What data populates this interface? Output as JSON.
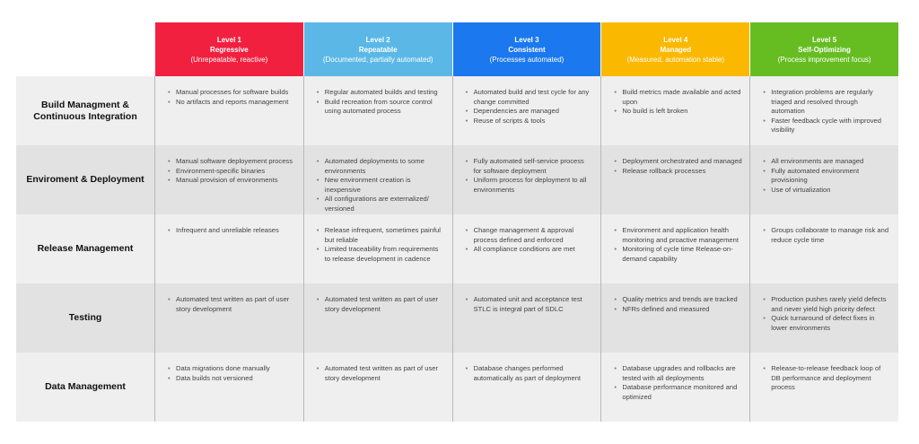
{
  "levels": [
    {
      "level": "Level 1",
      "name": "Regressive",
      "desc": "(Unrepeatable, reactive)",
      "color": "#f2203f"
    },
    {
      "level": "Level 2",
      "name": "Repeatable",
      "desc": "(Documented, partially automated)",
      "color": "#5bb8e6"
    },
    {
      "level": "Level 3",
      "name": "Consistent",
      "desc": "(Processes automated)",
      "color": "#1b78ee"
    },
    {
      "level": "Level 4",
      "name": "Managed",
      "desc": "(Measured, automation stable)",
      "color": "#fbb800"
    },
    {
      "level": "Level 5",
      "name": "Self-Optimizing",
      "desc": "(Process improvement focus)",
      "color": "#66bd22"
    }
  ],
  "rows": [
    {
      "label": "Build Managment & Continuous Integration",
      "cells": [
        [
          "Manual processes for software builds",
          "No artifacts and reports management"
        ],
        [
          "Regular automated builds and testing",
          "Build recreation from source control using automated process"
        ],
        [
          "Automated build and test cycle for any change committed",
          "Dependencies are managed",
          "Reuse of scripts & tools"
        ],
        [
          "Build metrics made available and acted upon",
          "No build is left broken"
        ],
        [
          "Integration problems are regularly triaged and resolved through automation",
          "Faster feedback cycle with improved visibility"
        ]
      ]
    },
    {
      "label": "Enviroment & Deployment",
      "cells": [
        [
          "Manual software deployement process",
          "Environment-specific binaries",
          "Manual provision of environments"
        ],
        [
          "Automated deployments to some environments",
          "New environment creation is inexpensive",
          "All configurations are externalized/ versioned"
        ],
        [
          "Fully automated self-service process for software deployment",
          "Uniform process for deployment to all environments"
        ],
        [
          "Deployment orchestrated and managed",
          "Release rollback processes"
        ],
        [
          "All environments are managed",
          "Fully automated environment provisioning",
          "Use of virtualization"
        ]
      ]
    },
    {
      "label": "Release Management",
      "cells": [
        [
          "Infrequent and unreliable releases"
        ],
        [
          "Release infrequent, sometimes painful but reliable",
          "Limited traceability from requirements to release development in cadence"
        ],
        [
          "Change management & approval process defined and enforced",
          "All compliance conditions are met"
        ],
        [
          "Environment and application health monitoring and proactive management",
          "Monitoring of cycle time Release-on-demand capability"
        ],
        [
          "Groups collaborate to manage risk and reduce cycle time"
        ]
      ]
    },
    {
      "label": "Testing",
      "cells": [
        [
          "Automated test written as part of user story development"
        ],
        [
          "Automated test written as part of user story development"
        ],
        [
          "Automated unit and acceptance test STLC is integral part of SDLC"
        ],
        [
          "Quality metrics and trends are tracked",
          "NFRs defined and measured"
        ],
        [
          "Production pushes rarely yield defects and never yield high priority defect",
          "Quick turnaround of defect fixes in lower environments"
        ]
      ]
    },
    {
      "label": "Data Management",
      "cells": [
        [
          "Data migrations done manually",
          "Data builds not versioned"
        ],
        [
          "Automated test written as part of user story development"
        ],
        [
          "Database changes performed automatically as part of deployment"
        ],
        [
          "Database upgrades and rollbacks are tested with all deployments",
          "Database performance monitored and optimized"
        ],
        [
          "Release-to-release feedback loop of DB performance and deployment process"
        ]
      ]
    }
  ]
}
